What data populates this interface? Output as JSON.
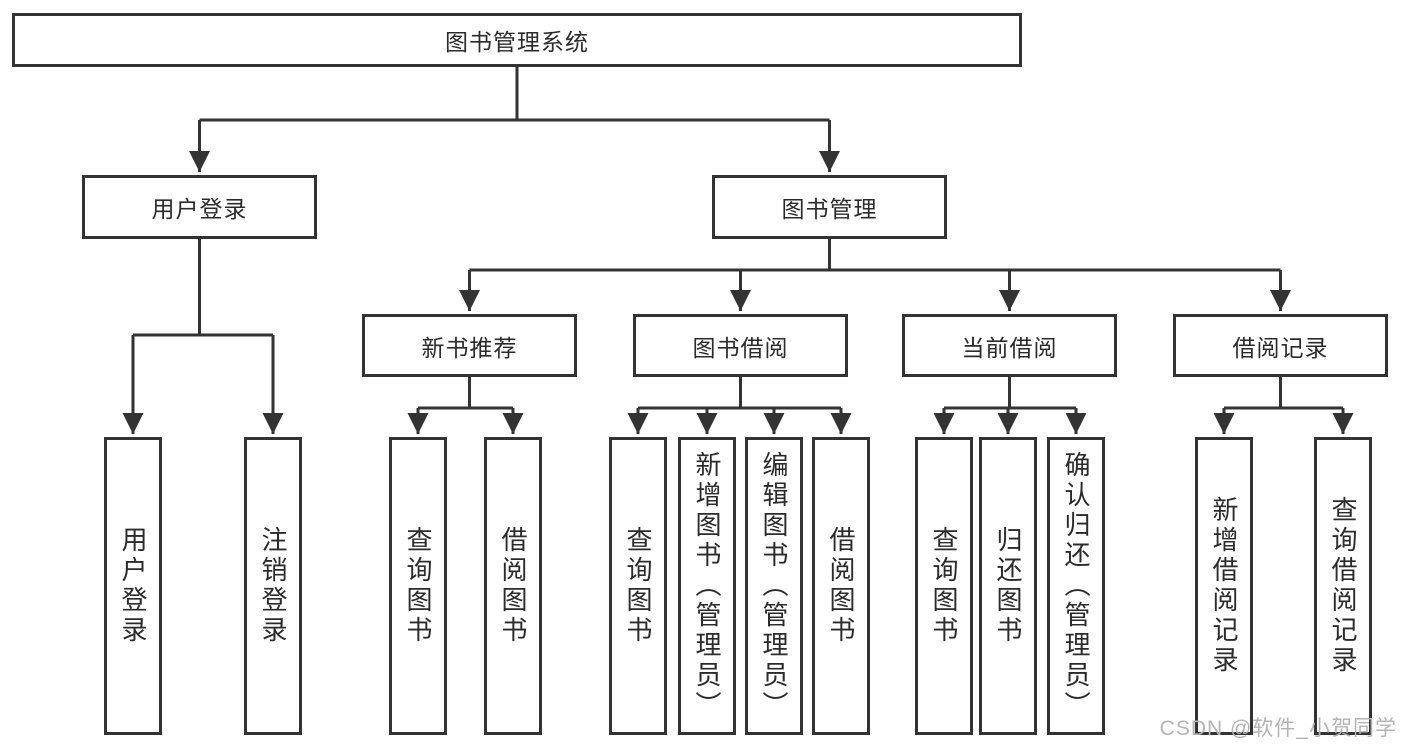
{
  "tree": {
    "label": "图书管理系统",
    "children": [
      {
        "label": "用户登录",
        "children": [
          {
            "label": "用户登录"
          },
          {
            "label": "注销登录"
          }
        ]
      },
      {
        "label": "图书管理",
        "children": [
          {
            "label": "新书推荐",
            "children": [
              {
                "label": "查询图书"
              },
              {
                "label": "借阅图书"
              }
            ]
          },
          {
            "label": "图书借阅",
            "children": [
              {
                "label": "查询图书"
              },
              {
                "label": "新增图书（管理员）"
              },
              {
                "label": "编辑图书（管理员）"
              },
              {
                "label": "借阅图书"
              }
            ]
          },
          {
            "label": "当前借阅",
            "children": [
              {
                "label": "查询图书"
              },
              {
                "label": "归还图书"
              },
              {
                "label": "确认归还（管理员）"
              }
            ]
          },
          {
            "label": "借阅记录",
            "children": [
              {
                "label": "新增借阅记录"
              },
              {
                "label": "查询借阅记录"
              }
            ]
          }
        ]
      }
    ]
  },
  "watermark": "CSDN @软件_小贺同学",
  "colors": {
    "line": "#333333",
    "box_border": "#333333",
    "text": "#2b2b2b",
    "background": "#ffffff",
    "watermark": "#b4b4b4"
  }
}
